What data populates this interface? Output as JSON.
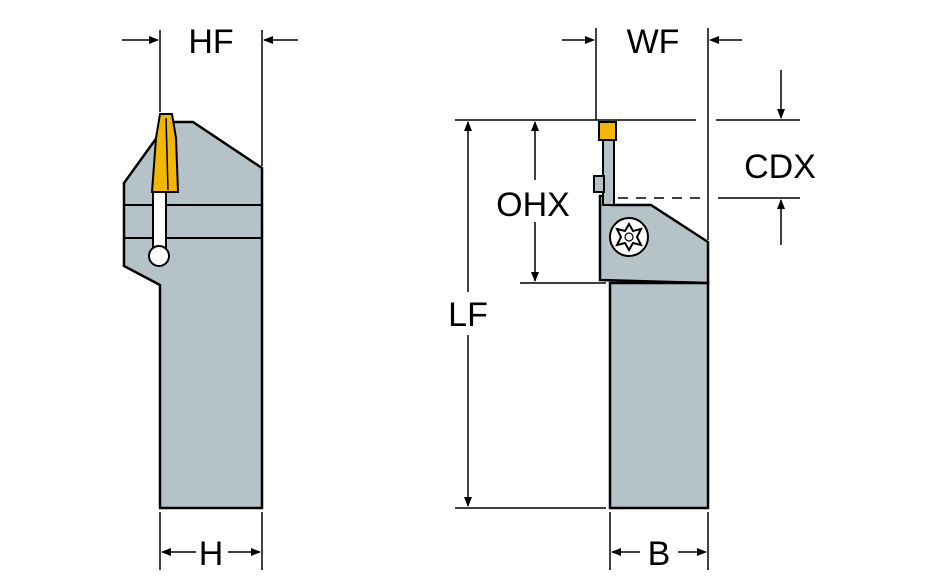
{
  "colors": {
    "body": "#b5c3c9",
    "outline": "#000000",
    "insert": "#f2b705",
    "background": "#ffffff"
  },
  "labels": {
    "hf": "HF",
    "h": "H",
    "wf": "WF",
    "cdx": "CDX",
    "ohx": "OHX",
    "lf": "LF",
    "b": "B"
  },
  "icons": {
    "clamp_screw": "torx-screw-icon"
  }
}
